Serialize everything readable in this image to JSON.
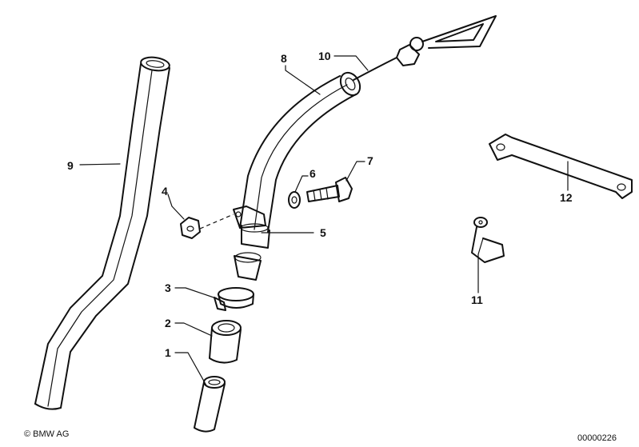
{
  "callouts": {
    "c1": "1",
    "c2": "2",
    "c3": "3",
    "c4": "4",
    "c5": "5",
    "c6": "6",
    "c7": "7",
    "c8": "8",
    "c9": "9",
    "c10": "10",
    "c11": "11",
    "c12": "12"
  },
  "footer": {
    "copyright": "© BMW AG",
    "drawing_number": "00000226"
  }
}
